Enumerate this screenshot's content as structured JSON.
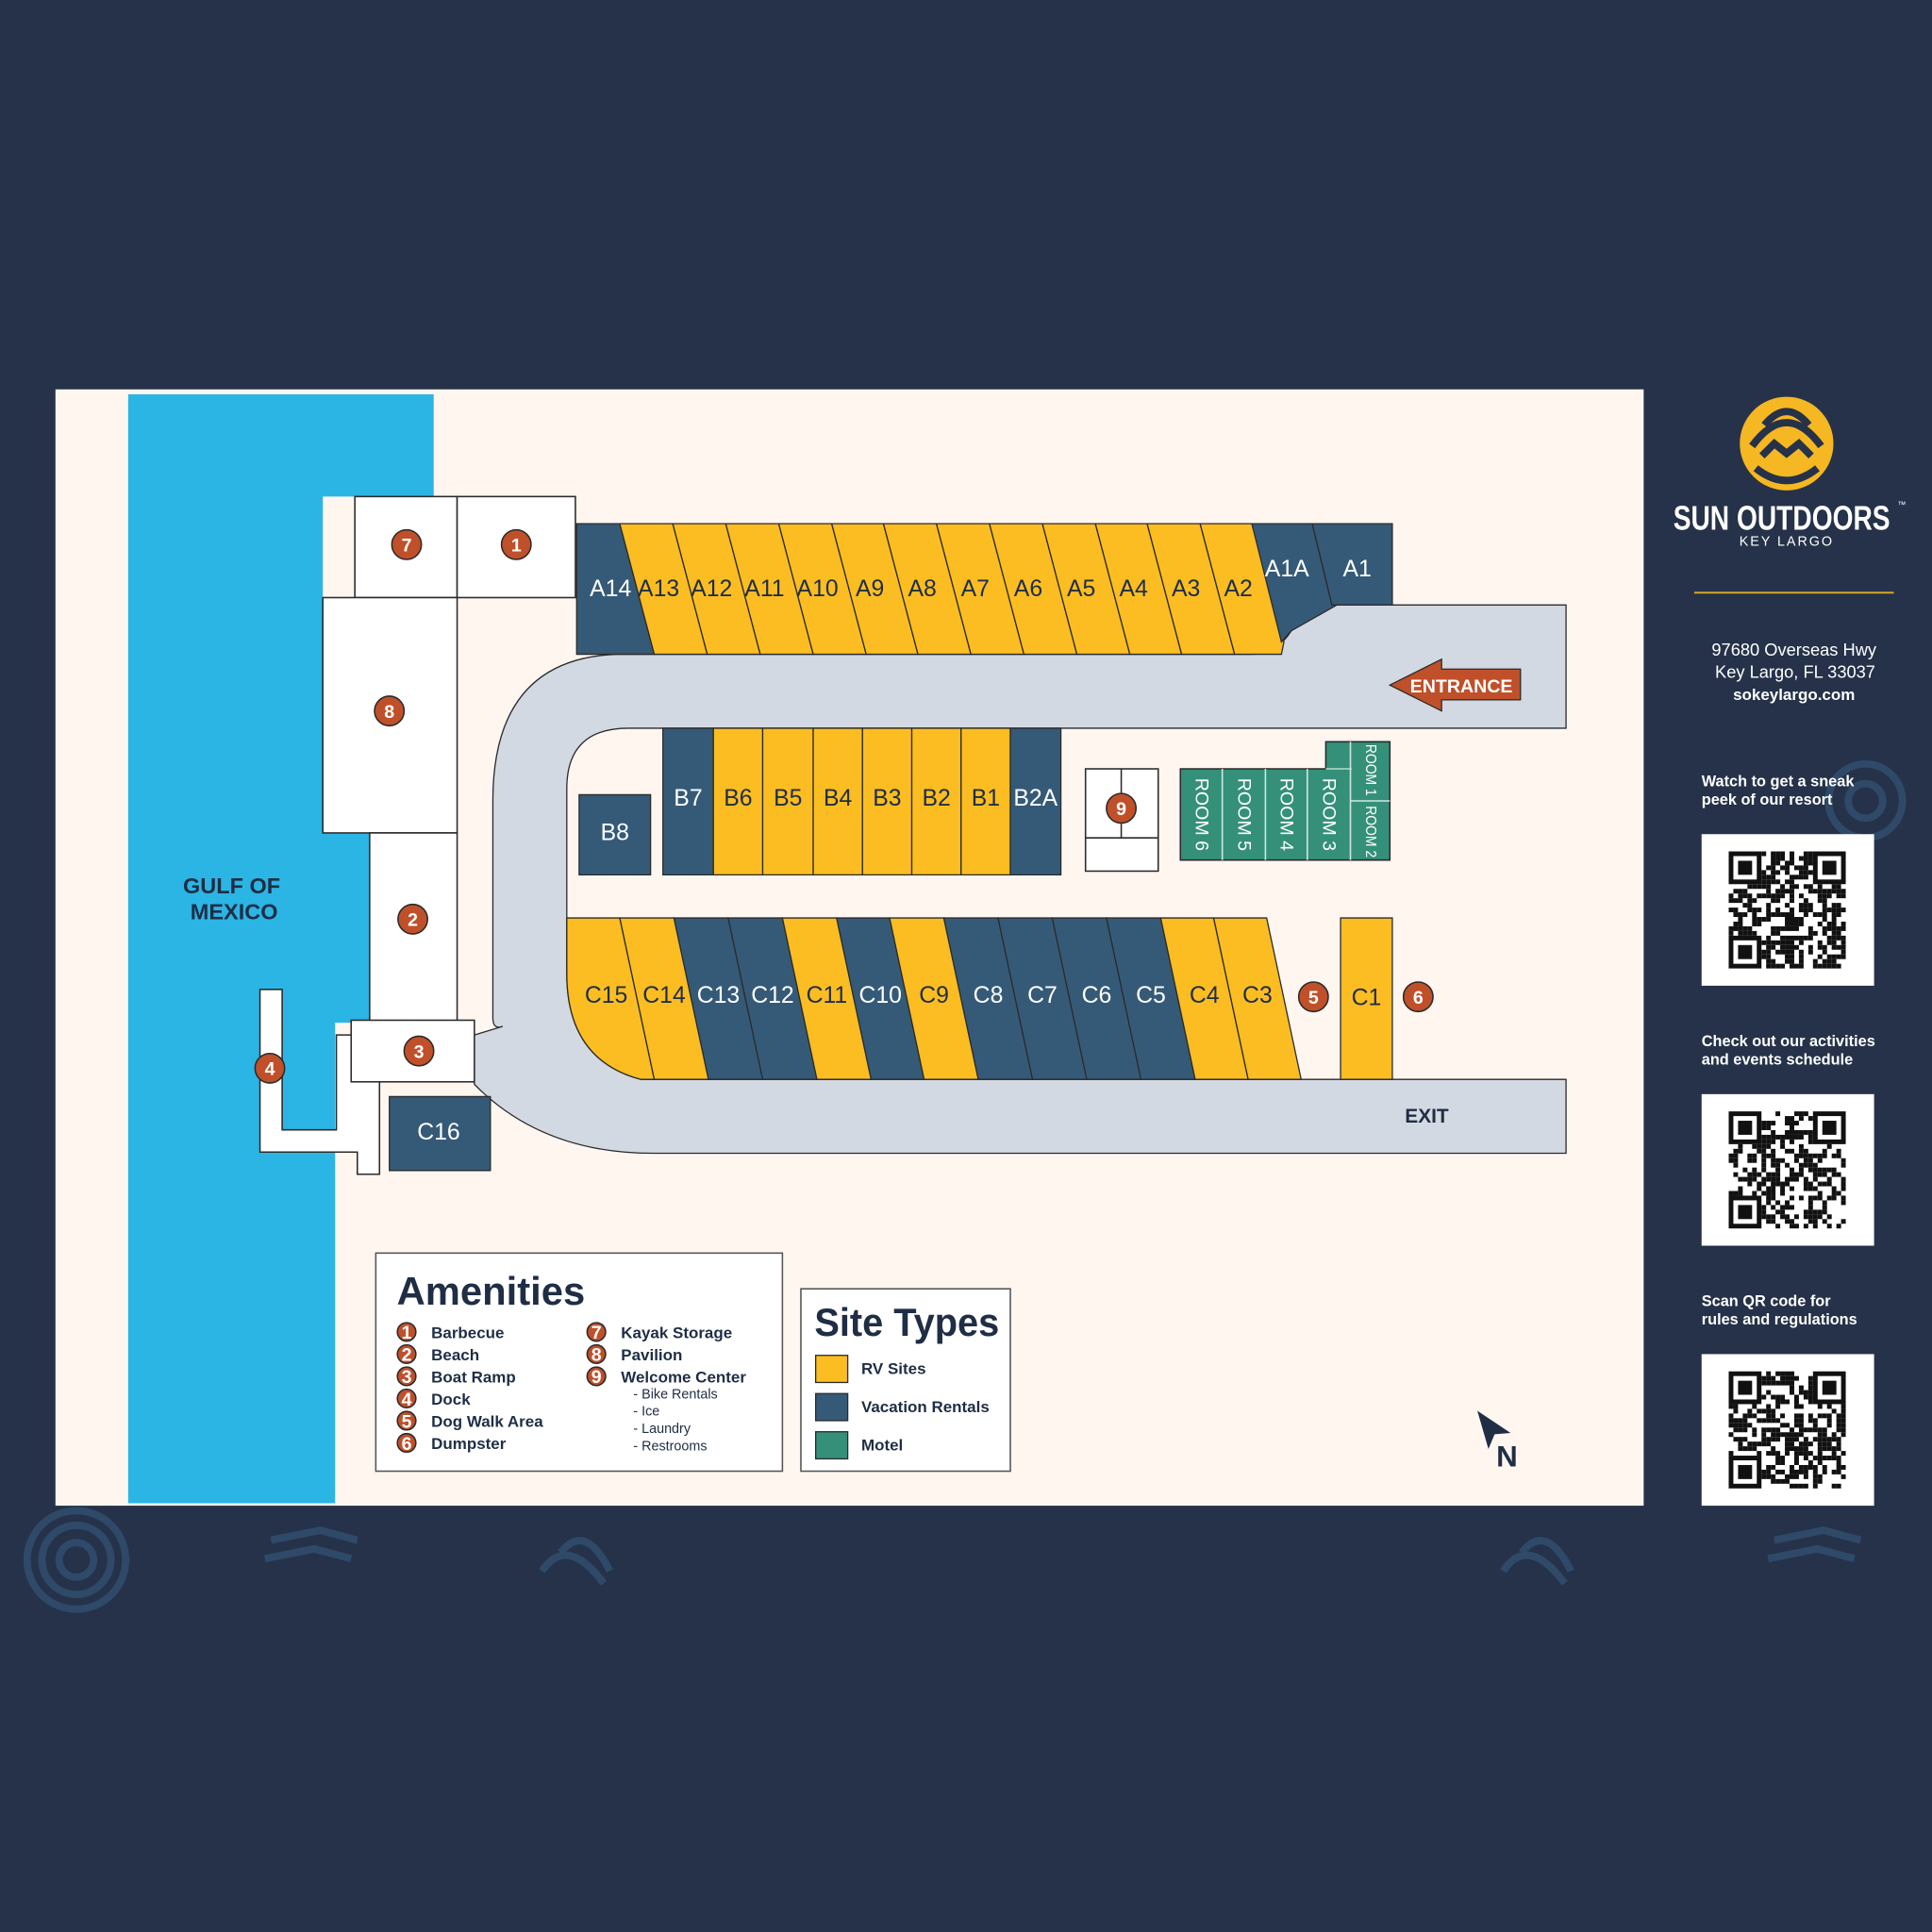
{
  "colors": {
    "background": "#253249",
    "map_bg": "#fff6f0",
    "water": "#2bb5e4",
    "road": "#d3d9e2",
    "rv": "#fbbd21",
    "vacation": "#355a78",
    "motel": "#35907a",
    "amenity": "#c0502a",
    "brand_yellow": "#f5b722"
  },
  "map": {
    "water_label": [
      "GULF OF",
      "MEXICO"
    ],
    "entrance": "ENTRANCE",
    "exit": "EXIT",
    "north": "N",
    "a_row": [
      {
        "label": "A14",
        "type": "vacation"
      },
      {
        "label": "A13",
        "type": "rv"
      },
      {
        "label": "A12",
        "type": "rv"
      },
      {
        "label": "A11",
        "type": "rv"
      },
      {
        "label": "A10",
        "type": "rv"
      },
      {
        "label": "A9",
        "type": "rv"
      },
      {
        "label": "A8",
        "type": "rv"
      },
      {
        "label": "A7",
        "type": "rv"
      },
      {
        "label": "A6",
        "type": "rv"
      },
      {
        "label": "A5",
        "type": "rv"
      },
      {
        "label": "A4",
        "type": "rv"
      },
      {
        "label": "A3",
        "type": "rv"
      },
      {
        "label": "A2",
        "type": "rv"
      },
      {
        "label": "A1A",
        "type": "vacation"
      },
      {
        "label": "A1",
        "type": "vacation"
      }
    ],
    "b_row": [
      {
        "label": "B8",
        "type": "vacation"
      },
      {
        "label": "B7",
        "type": "vacation"
      },
      {
        "label": "B6",
        "type": "rv"
      },
      {
        "label": "B5",
        "type": "rv"
      },
      {
        "label": "B4",
        "type": "rv"
      },
      {
        "label": "B3",
        "type": "rv"
      },
      {
        "label": "B2",
        "type": "rv"
      },
      {
        "label": "B1",
        "type": "rv"
      },
      {
        "label": "B2A",
        "type": "vacation"
      }
    ],
    "c_row": [
      {
        "label": "C15",
        "type": "rv"
      },
      {
        "label": "C14",
        "type": "rv"
      },
      {
        "label": "C13",
        "type": "vacation"
      },
      {
        "label": "C12",
        "type": "vacation"
      },
      {
        "label": "C11",
        "type": "rv"
      },
      {
        "label": "C10",
        "type": "vacation"
      },
      {
        "label": "C9",
        "type": "rv"
      },
      {
        "label": "C8",
        "type": "vacation"
      },
      {
        "label": "C7",
        "type": "vacation"
      },
      {
        "label": "C6",
        "type": "vacation"
      },
      {
        "label": "C5",
        "type": "vacation"
      },
      {
        "label": "C4",
        "type": "rv"
      },
      {
        "label": "C3",
        "type": "rv"
      },
      {
        "label": "C1",
        "type": "rv"
      },
      {
        "label": "C16",
        "type": "vacation"
      }
    ],
    "motel_rooms": [
      "ROOM 6",
      "ROOM 5",
      "ROOM 4",
      "ROOM 3",
      "ROOM 1",
      "ROOM 2"
    ],
    "amenity_markers": [
      "7",
      "1",
      "8",
      "2",
      "3",
      "4",
      "9",
      "5",
      "6"
    ]
  },
  "amenities": {
    "title": "Amenities",
    "items": [
      {
        "num": "1",
        "label": "Barbecue"
      },
      {
        "num": "2",
        "label": "Beach"
      },
      {
        "num": "3",
        "label": "Boat Ramp"
      },
      {
        "num": "4",
        "label": "Dock"
      },
      {
        "num": "5",
        "label": "Dog Walk Area"
      },
      {
        "num": "6",
        "label": "Dumpster"
      },
      {
        "num": "7",
        "label": "Kayak Storage"
      },
      {
        "num": "8",
        "label": "Pavilion"
      },
      {
        "num": "9",
        "label": "Welcome Center"
      }
    ],
    "welcome_sub": [
      "- Bike Rentals",
      "- Ice",
      "- Laundry",
      "- Restrooms"
    ]
  },
  "site_types": {
    "title": "Site Types",
    "items": [
      {
        "label": "RV Sites",
        "type": "rv"
      },
      {
        "label": "Vacation Rentals",
        "type": "vacation"
      },
      {
        "label": "Motel",
        "type": "motel"
      }
    ]
  },
  "sidebar": {
    "brand": "SUN OUTDOORS",
    "trademark": "™",
    "location": "KEY LARGO",
    "address1": "97680 Overseas Hwy",
    "address2": "Key Largo, FL 33037",
    "website": "sokeylargo.com",
    "qr": [
      {
        "caption": [
          "Watch to get a sneak",
          "peek of our resort"
        ]
      },
      {
        "caption": [
          "Check out our activities",
          "and events schedule"
        ]
      },
      {
        "caption": [
          "Scan QR code for",
          "rules and regulations"
        ]
      }
    ]
  }
}
